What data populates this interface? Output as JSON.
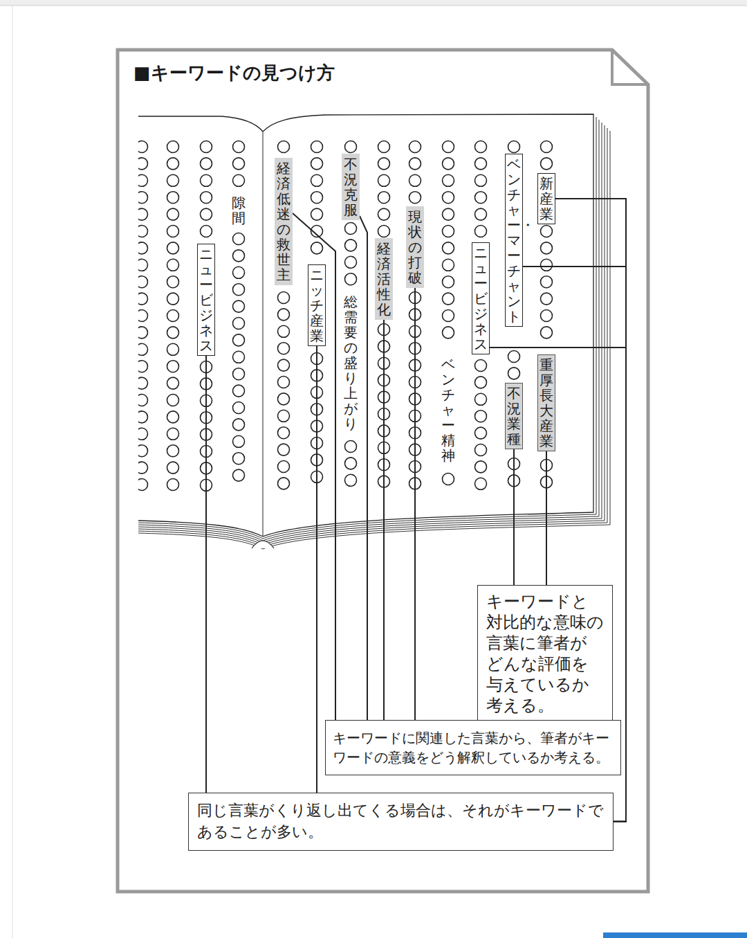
{
  "diagram": {
    "title": "■キーワードの見つけ方",
    "nodes": [
      {
        "text": [
          "新産業"
        ]
      },
      {
        "text": [
          "ベンチャー・マーチャント"
        ]
      },
      {
        "text": [
          "重厚長大産業"
        ]
      },
      {
        "text": [
          "不況業種"
        ]
      },
      {
        "text": [
          "ニュービジネス"
        ]
      },
      {
        "text": [
          "現状の打破"
        ]
      },
      {
        "text": [
          "経済活性化"
        ]
      },
      {
        "text": [
          "不況克服"
        ]
      },
      {
        "text": [
          "ニッチ産業"
        ]
      },
      {
        "text": [
          "経済低迷の救世主"
        ]
      },
      {
        "text": [
          "ニュービジネス"
        ]
      },
      {
        "text": [
          "キーワードと対比的な意味の言葉に筆者がどんな評価を与えているか考える。"
        ]
      },
      {
        "text": [
          "キーワードに関連した言葉から、筆者がキーワードの意義をどう解釈しているか考える。"
        ]
      },
      {
        "text": [
          "同じ言葉がくり返し出てくる場合は、それがキーワードであることが多い。"
        ]
      }
    ],
    "edges": [
      {
        "from": 2,
        "to": 11,
        "arrow": "none"
      },
      {
        "from": 3,
        "to": 11,
        "arrow": "none"
      },
      {
        "from": 5,
        "to": 12,
        "arrow": "none"
      },
      {
        "from": 6,
        "to": 12,
        "arrow": "none"
      },
      {
        "from": 7,
        "to": 12,
        "arrow": "none"
      },
      {
        "from": 9,
        "to": 12,
        "arrow": "none"
      },
      {
        "from": 0,
        "to": 13,
        "arrow": "none"
      },
      {
        "from": 1,
        "to": 13,
        "arrow": "none"
      },
      {
        "from": 4,
        "to": 13,
        "arrow": "none"
      },
      {
        "from": 8,
        "to": 13,
        "arrow": "none"
      },
      {
        "from": 10,
        "to": 13,
        "arrow": "none"
      }
    ],
    "labels": [
      "ベンチャー精神",
      "総需要の盛り上がり",
      "隙間"
    ]
  }
}
